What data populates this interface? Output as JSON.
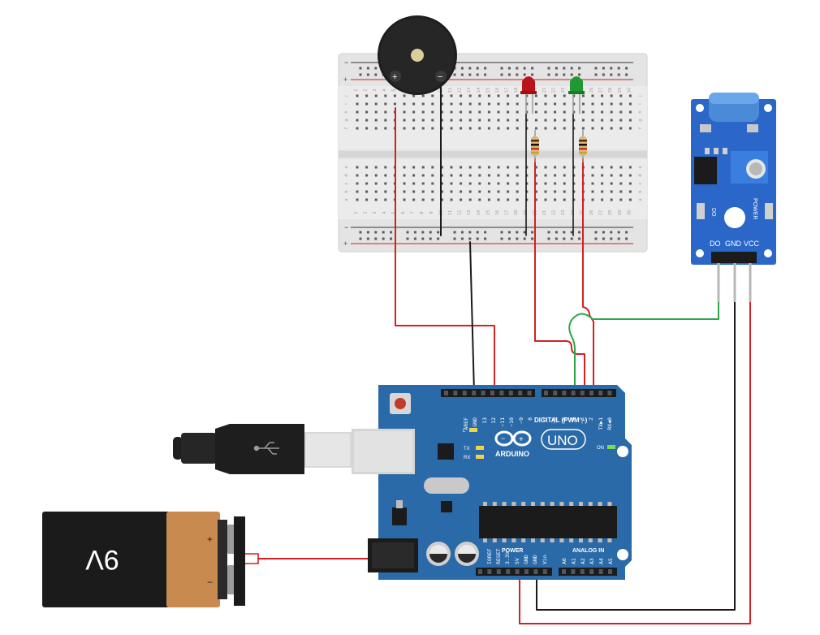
{
  "battery": {
    "label": "9V",
    "plus": "+",
    "minus": "−"
  },
  "breadboard": {
    "rail_plus": "+",
    "rail_minus": "−",
    "row_letters_top": [
      "j",
      "i",
      "h",
      "g",
      "f"
    ],
    "row_letters_bottom": [
      "e",
      "d",
      "c",
      "b",
      "a"
    ],
    "column_numbers": [
      "1",
      "2",
      "3",
      "4",
      "5",
      "6",
      "7",
      "8",
      "9",
      "10",
      "11",
      "12",
      "13",
      "14",
      "15",
      "16",
      "17",
      "18",
      "19",
      "20",
      "21",
      "22",
      "23",
      "24",
      "25",
      "26",
      "27",
      "28",
      "29",
      "30"
    ]
  },
  "buzzer": {
    "plus": "+",
    "minus": "−"
  },
  "leds": [
    {
      "name": "red-led",
      "color": "#c81e1e"
    },
    {
      "name": "green-led",
      "color": "#27a83a"
    }
  ],
  "sensor": {
    "pins": [
      "DO",
      "GND",
      "VCC"
    ],
    "power_label": "POWER",
    "do_label": "DO"
  },
  "arduino": {
    "brand": "ARDUINO",
    "model": "UNO",
    "digital_label": "DIGITAL (PWM ~)",
    "power_label": "POWER",
    "analog_label": "ANALOG IN",
    "l_label": "L",
    "tx_label": "TX",
    "rx_label": "RX",
    "on_label": "ON",
    "digital_pins": [
      "AREF",
      "GND",
      "13",
      "12",
      "~11",
      "~10",
      "~9",
      "8",
      "7",
      "~6",
      "~5",
      "4",
      "~3",
      "2",
      "TX▶1",
      "RX◀0"
    ],
    "power_pins": [
      "IOREF",
      "RESET",
      "3.3V",
      "5V",
      "GND",
      "GND",
      "Vin"
    ],
    "analog_pins": [
      "A0",
      "A1",
      "A2",
      "A3",
      "A4",
      "A5"
    ]
  },
  "colors": {
    "wire_red": "#d42020",
    "wire_black": "#1a1a1a",
    "wire_green": "#2aa84a",
    "board_blue": "#2b6aa8",
    "sensor_blue": "#2a67c9"
  }
}
